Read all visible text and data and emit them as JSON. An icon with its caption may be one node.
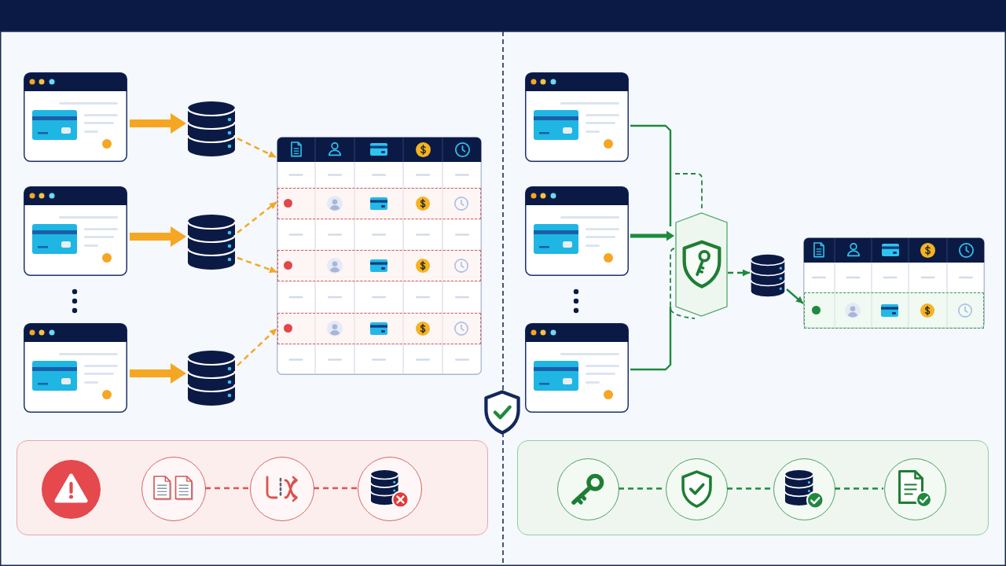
{
  "diagram": {
    "nodes": [
      {
        "text": [],
        "shape": "picture"
      },
      {
        "text": [],
        "shape": "picture"
      },
      {
        "text": [],
        "shape": "picture"
      },
      {
        "text": [],
        "shape": "cylinder"
      },
      {
        "text": [],
        "shape": "cylinder"
      },
      {
        "text": [],
        "shape": "cylinder"
      },
      {
        "text": [],
        "shape": "table"
      },
      {
        "text": [],
        "shape": "box",
        "in": 6
      },
      {
        "text": [],
        "shape": "box",
        "in": 6
      },
      {
        "text": [],
        "shape": "box",
        "in": 6
      },
      {
        "text": [],
        "shape": "picture"
      },
      {
        "text": [],
        "shape": "picture"
      },
      {
        "text": [],
        "shape": "picture"
      },
      {
        "text": [],
        "shape": "hexagon"
      },
      {
        "text": [],
        "shape": "cylinder"
      },
      {
        "text": [],
        "shape": "table"
      },
      {
        "text": [],
        "shape": "box",
        "in": 15
      },
      {
        "text": [],
        "shape": "box"
      },
      {
        "text": [],
        "shape": "circle",
        "in": 17
      },
      {
        "text": [],
        "shape": "circle",
        "in": 17
      },
      {
        "text": [],
        "shape": "circle",
        "in": 17
      },
      {
        "text": [],
        "shape": "circle",
        "in": 17
      },
      {
        "text": [],
        "shape": "box"
      },
      {
        "text": [],
        "shape": "circle",
        "in": 22
      },
      {
        "text": [],
        "shape": "circle",
        "in": 22
      },
      {
        "text": [],
        "shape": "circle",
        "in": 22
      },
      {
        "text": [],
        "shape": "circle",
        "in": 22
      }
    ],
    "edges": [
      {
        "from": 0,
        "to": 3,
        "arrow": "to",
        "style": "thick",
        "color": "#f5a623"
      },
      {
        "from": 1,
        "to": 4,
        "arrow": "to",
        "style": "thick",
        "color": "#f5a623"
      },
      {
        "from": 2,
        "to": 5,
        "arrow": "to",
        "style": "thick",
        "color": "#f5a623"
      },
      {
        "from": 3,
        "to": 6,
        "arrow": "to",
        "style": "dashed",
        "color": "#f5a623"
      },
      {
        "from": 4,
        "to": 7,
        "arrow": "to",
        "style": "dashed",
        "color": "#f5a623"
      },
      {
        "from": 4,
        "to": 8,
        "arrow": "to",
        "style": "dashed",
        "color": "#f5a623"
      },
      {
        "from": 5,
        "to": 9,
        "arrow": "to",
        "style": "dashed",
        "color": "#f5a623"
      },
      {
        "from": 10,
        "to": 13,
        "arrow": "none"
      },
      {
        "from": 11,
        "to": 13,
        "arrow": "to",
        "style": "thick"
      },
      {
        "from": 12,
        "to": 13,
        "arrow": "none"
      },
      {
        "from": 13,
        "to": 14,
        "arrow": "to",
        "style": "dashed"
      },
      {
        "from": 14,
        "to": 16,
        "arrow": "to"
      },
      {
        "from": 19,
        "to": 20,
        "arrow": "none",
        "style": "dashed",
        "color": "#e05252"
      },
      {
        "from": 20,
        "to": 21,
        "arrow": "none",
        "style": "dashed",
        "color": "#e05252"
      },
      {
        "from": 23,
        "to": 24,
        "arrow": "none",
        "style": "dashed"
      },
      {
        "from": 24,
        "to": 25,
        "arrow": "none",
        "style": "dashed"
      },
      {
        "from": 25,
        "to": 26,
        "arrow": "none",
        "style": "dashed"
      }
    ]
  }
}
